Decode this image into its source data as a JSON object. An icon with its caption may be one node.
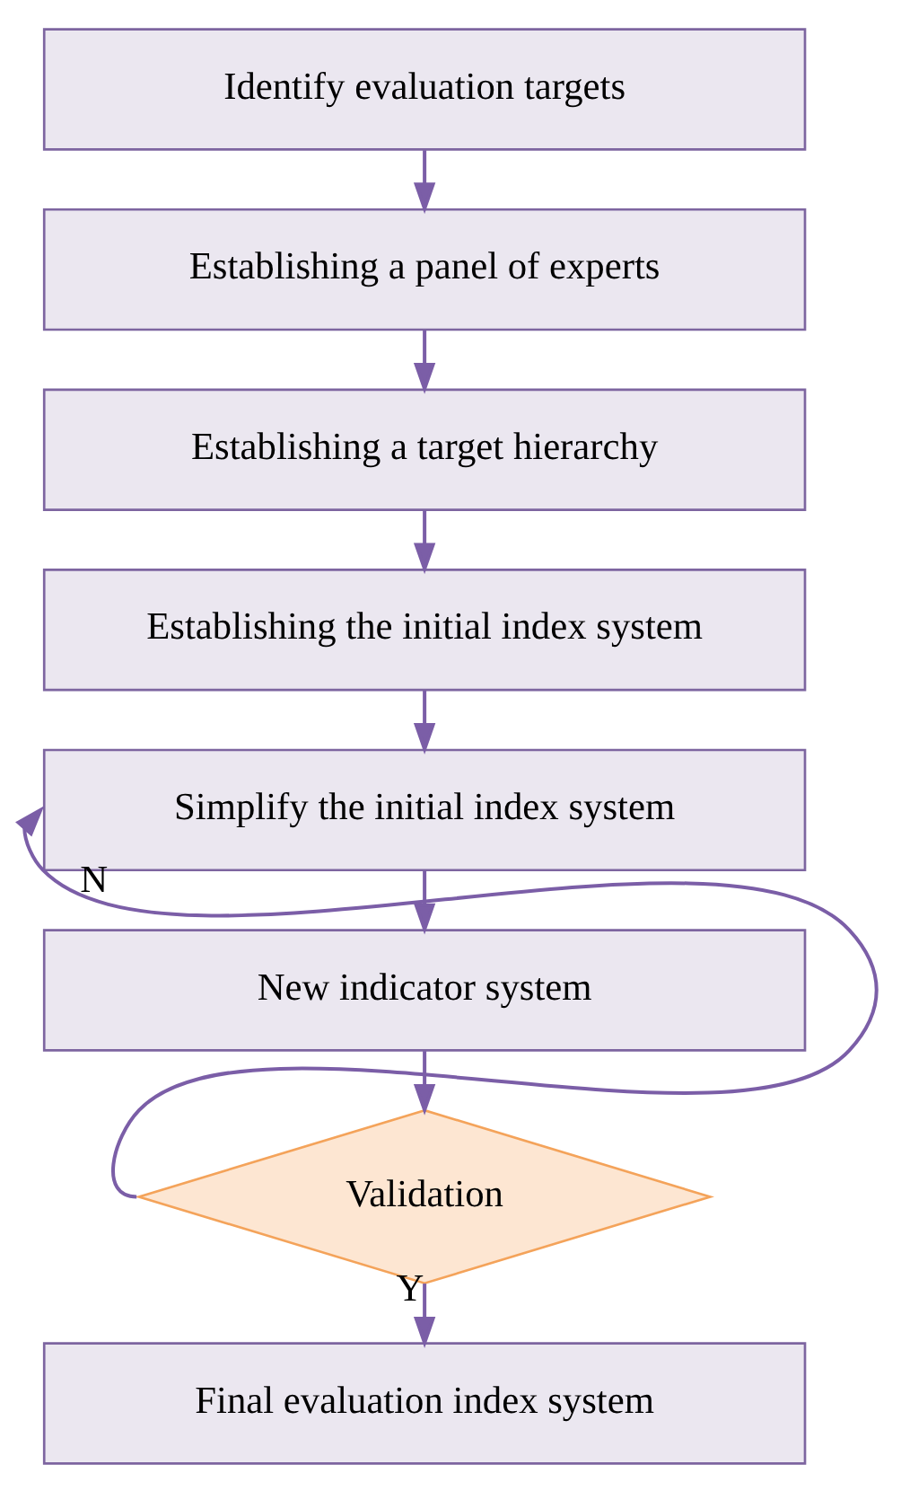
{
  "diagram": {
    "nodes": [
      {
        "text": [
          "Identify evaluation targets"
        ]
      },
      {
        "text": [
          "Establishing a panel of experts"
        ]
      },
      {
        "text": [
          "Establishing a target hierarchy"
        ]
      },
      {
        "text": [
          "Establishing the initial index system"
        ]
      },
      {
        "text": [
          "Simplify the initial index system"
        ]
      },
      {
        "text": [
          "New indicator system"
        ]
      },
      {
        "text": [
          "Validation"
        ]
      },
      {
        "text": [
          "Final evaluation index system"
        ]
      }
    ],
    "edges": [
      {
        "from": 0,
        "to": 1,
        "arrow": "to"
      },
      {
        "from": 1,
        "to": 2,
        "arrow": "to"
      },
      {
        "from": 2,
        "to": 3,
        "arrow": "to"
      },
      {
        "from": 3,
        "to": 4,
        "arrow": "to"
      },
      {
        "from": 4,
        "to": 5,
        "arrow": "to"
      },
      {
        "from": 5,
        "to": 6,
        "arrow": "to"
      },
      {
        "from": 6,
        "to": 7,
        "arrow": "to",
        "label": "Y"
      },
      {
        "from": 6,
        "to": 4,
        "arrow": "to",
        "label": "N"
      }
    ]
  }
}
